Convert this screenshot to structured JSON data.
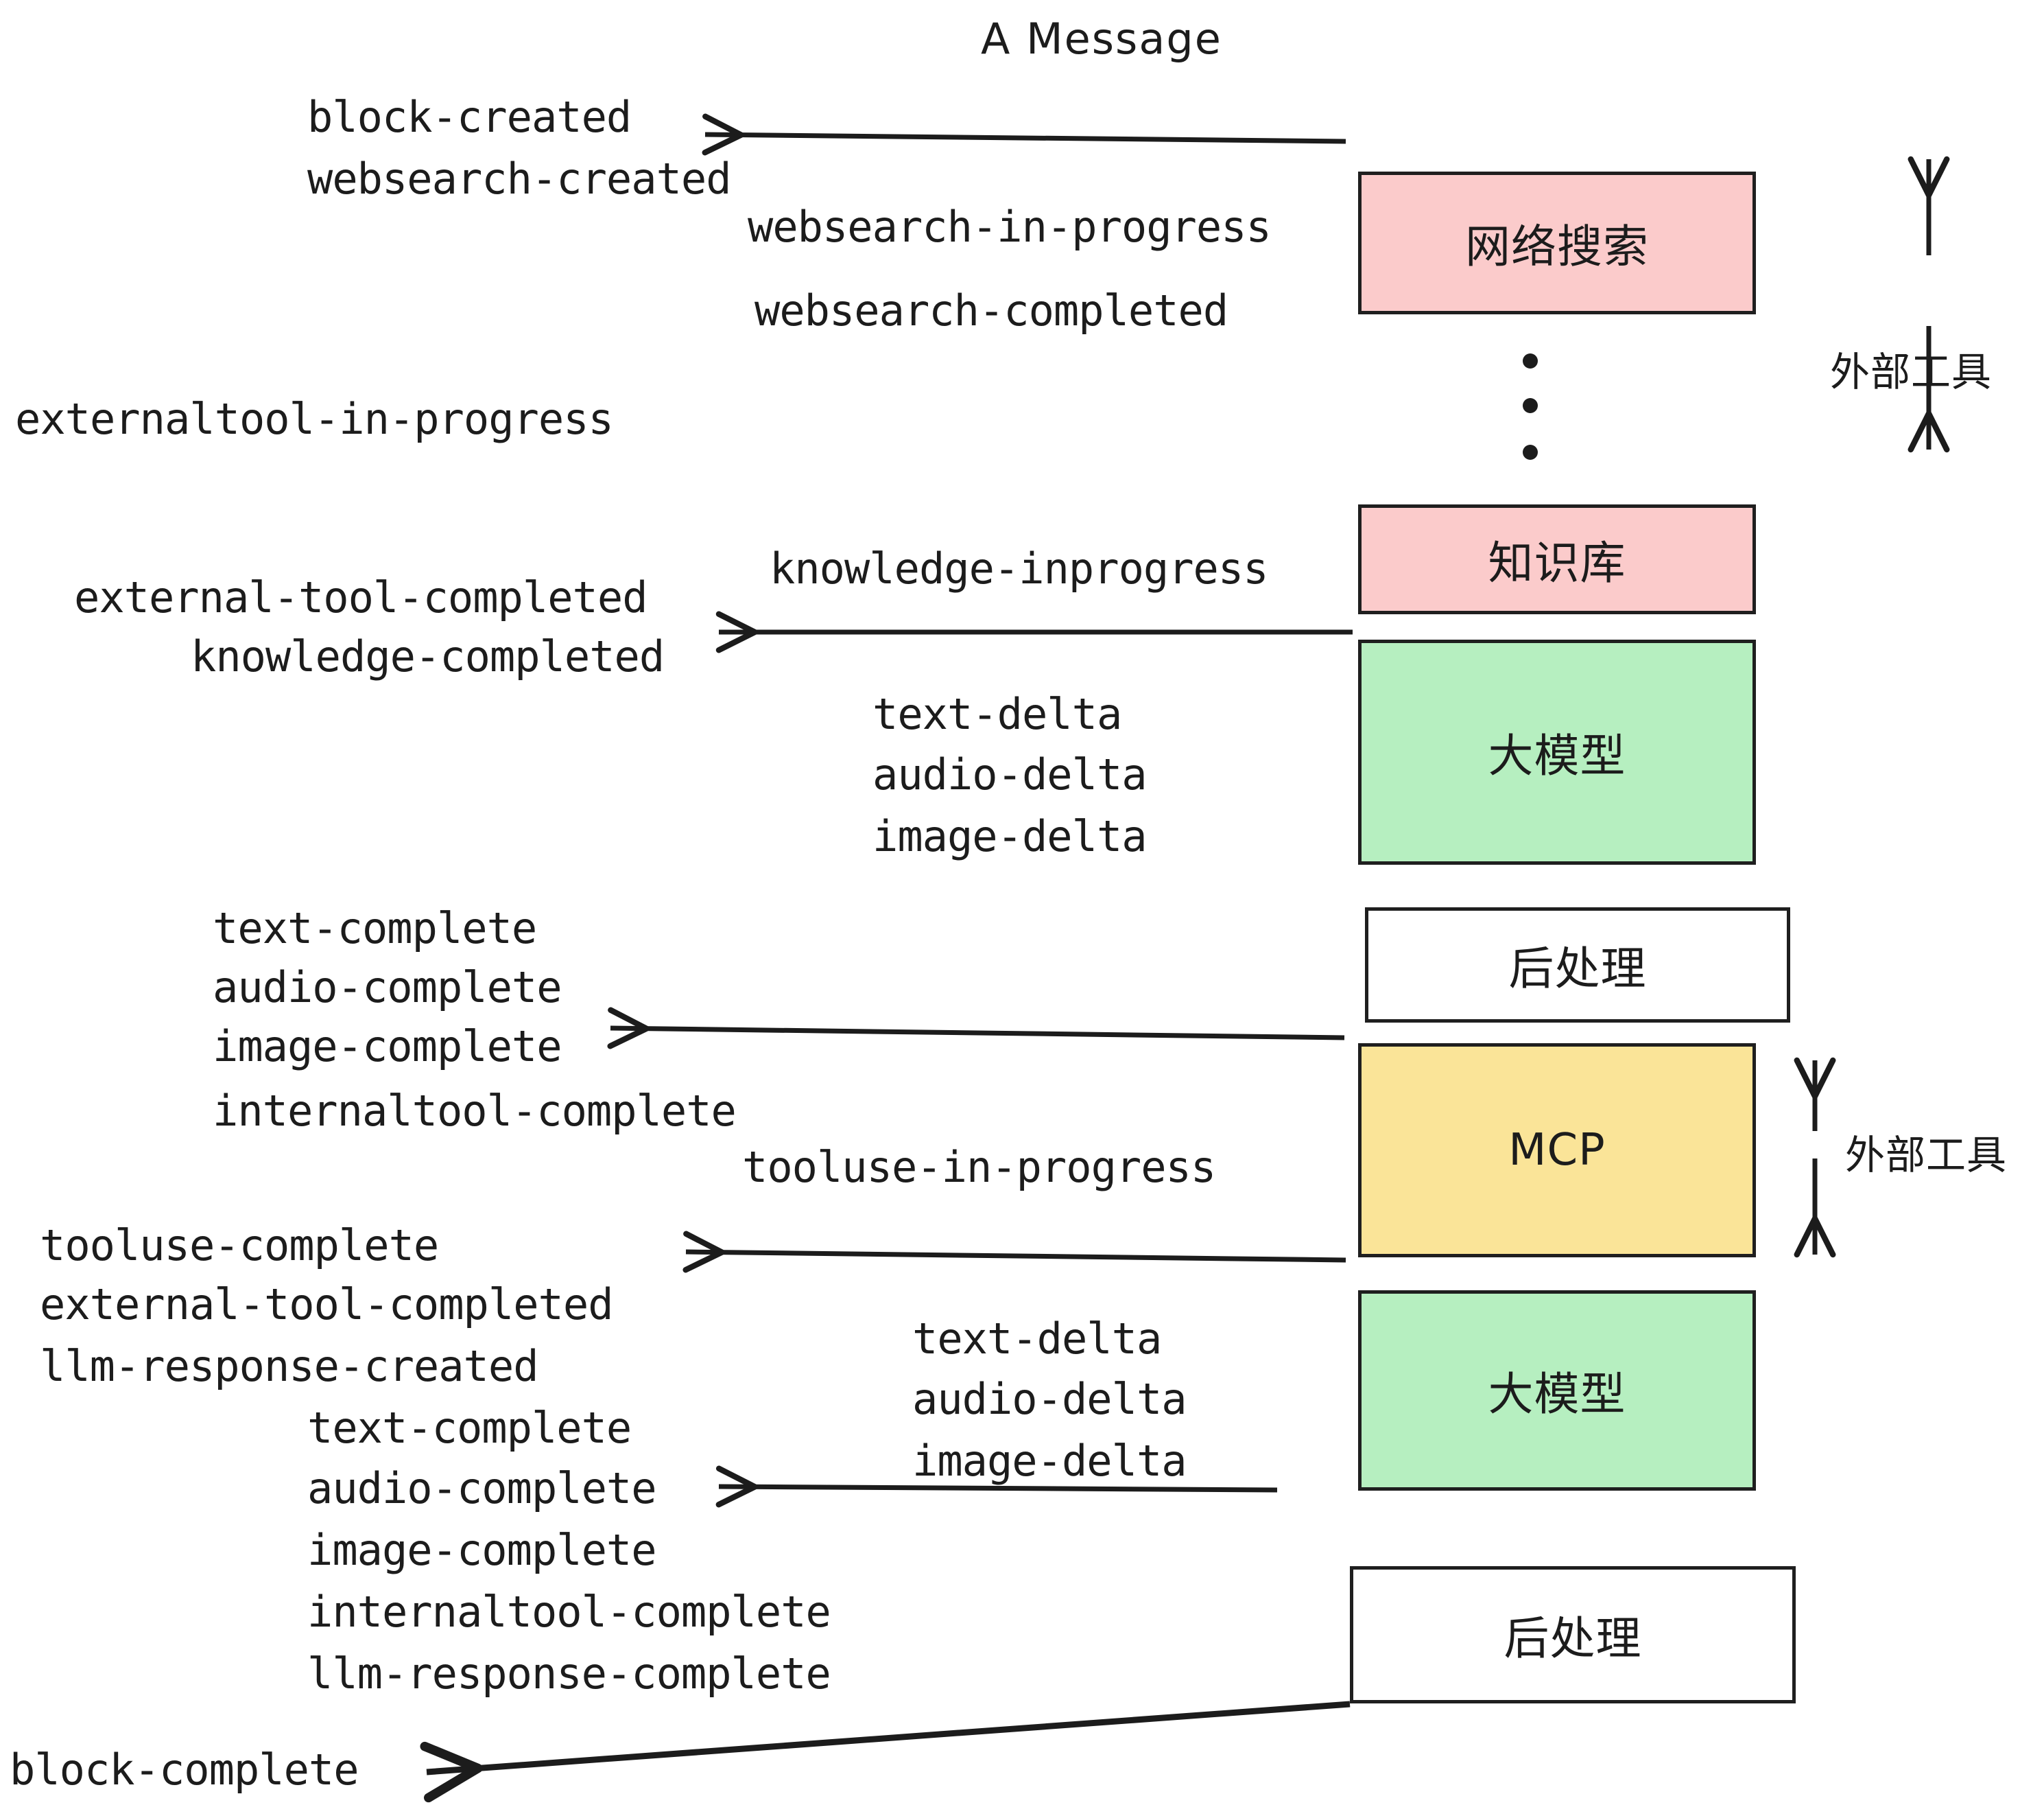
{
  "title": "A Message",
  "colors": {
    "pink": "#FBCBCB",
    "green": "#B6EFC0",
    "yellow": "#FAE498",
    "white": "#FFFFFF",
    "stroke": "#1F1F1F",
    "text": "#1C1C1C"
  },
  "nodes": [
    {
      "id": "websearch",
      "label": "网络搜索",
      "fill": "pink"
    },
    {
      "id": "knowledge",
      "label": "知识库",
      "fill": "pink"
    },
    {
      "id": "llm-top",
      "label": "大模型",
      "fill": "green"
    },
    {
      "id": "postprocess-top",
      "label": "后处理",
      "fill": "white"
    },
    {
      "id": "mcp",
      "label": "MCP",
      "fill": "yellow"
    },
    {
      "id": "llm-bottom",
      "label": "大模型",
      "fill": "green"
    },
    {
      "id": "postprocess-bottom",
      "label": "后处理",
      "fill": "white"
    }
  ],
  "side_labels": [
    {
      "id": "external-tool-top",
      "label": "外部工具"
    },
    {
      "id": "external-tool-bottom",
      "label": "外部工具"
    }
  ],
  "events": [
    {
      "id": "block-created",
      "label": "block-created"
    },
    {
      "id": "websearch-created",
      "label": "websearch-created"
    },
    {
      "id": "websearch-in-progress",
      "label": "websearch-in-progress"
    },
    {
      "id": "websearch-completed",
      "label": "websearch-completed"
    },
    {
      "id": "externaltool-in-progress",
      "label": "externaltool-in-progress"
    },
    {
      "id": "knowledge-inprogress",
      "label": "knowledge-inprogress"
    },
    {
      "id": "external-tool-completed-1",
      "label": "external-tool-completed"
    },
    {
      "id": "knowledge-completed",
      "label": "knowledge-completed"
    },
    {
      "id": "text-delta-1",
      "label": "text-delta"
    },
    {
      "id": "audio-delta-1",
      "label": "audio-delta"
    },
    {
      "id": "image-delta-1",
      "label": "image-delta"
    },
    {
      "id": "text-complete-1",
      "label": "text-complete"
    },
    {
      "id": "audio-complete-1",
      "label": "audio-complete"
    },
    {
      "id": "image-complete-1",
      "label": "image-complete"
    },
    {
      "id": "internaltool-complete-1",
      "label": "internaltool-complete"
    },
    {
      "id": "tooluse-in-progress",
      "label": "tooluse-in-progress"
    },
    {
      "id": "tooluse-complete",
      "label": "tooluse-complete"
    },
    {
      "id": "external-tool-completed-2",
      "label": "external-tool-completed"
    },
    {
      "id": "llm-response-created",
      "label": "llm-response-created"
    },
    {
      "id": "text-delta-2",
      "label": "text-delta"
    },
    {
      "id": "audio-delta-2",
      "label": "audio-delta"
    },
    {
      "id": "image-delta-2",
      "label": "image-delta"
    },
    {
      "id": "text-complete-2",
      "label": "text-complete"
    },
    {
      "id": "audio-complete-2",
      "label": "audio-complete"
    },
    {
      "id": "image-complete-2",
      "label": "image-complete"
    },
    {
      "id": "internaltool-complete-2",
      "label": "internaltool-complete"
    },
    {
      "id": "llm-response-complete",
      "label": "llm-response-complete"
    },
    {
      "id": "block-complete",
      "label": "block-complete"
    }
  ]
}
